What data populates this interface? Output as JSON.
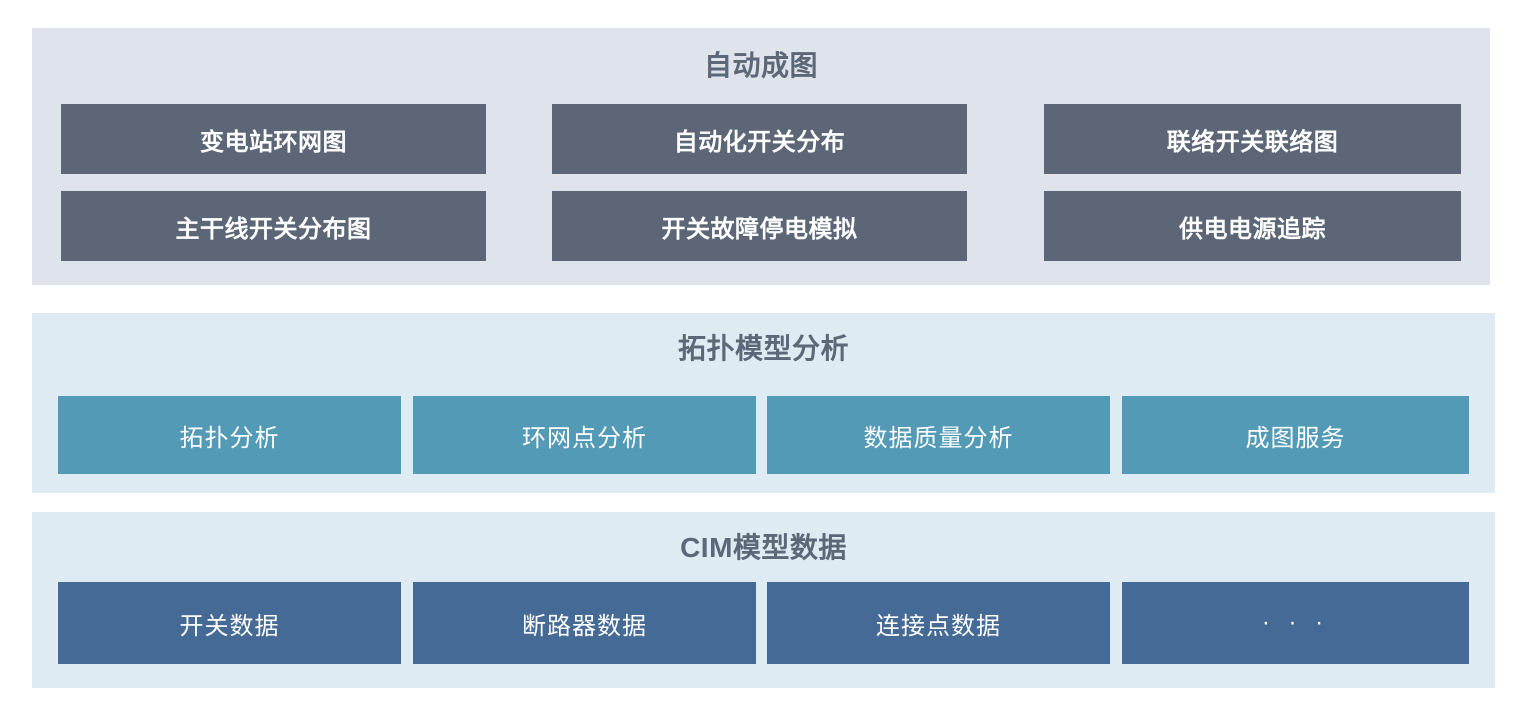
{
  "sections": [
    {
      "id": "auto-mapping",
      "title": "自动成图",
      "style": "automap",
      "bg_color": "#dee3ec",
      "tile_color": "#5c6676",
      "title_color": "#5c6777",
      "tiles": [
        {
          "label": "变电站环网图"
        },
        {
          "label": "自动化开关分布"
        },
        {
          "label": "联络开关联络图"
        },
        {
          "label": "主干线开关分布图"
        },
        {
          "label": "开关故障停电模拟"
        },
        {
          "label": "供电电源追踪"
        }
      ]
    },
    {
      "id": "topology-model-analysis",
      "title": "拓扑模型分析",
      "style": "topology",
      "bg_color": "#deebf2",
      "tile_color": "#529ab6",
      "title_color": "#5c6777",
      "tiles": [
        {
          "label": "拓扑分析"
        },
        {
          "label": "环网点分析"
        },
        {
          "label": "数据质量分析"
        },
        {
          "label": "成图服务"
        }
      ]
    },
    {
      "id": "cim-model-data",
      "title": "CIM模型数据",
      "style": "cim",
      "bg_color": "#deebf2",
      "tile_color": "#456a95",
      "title_color": "#5c6777",
      "tiles": [
        {
          "label": "开关数据"
        },
        {
          "label": "断路器数据"
        },
        {
          "label": "连接点数据"
        },
        {
          "label": "· · ·"
        }
      ]
    }
  ]
}
